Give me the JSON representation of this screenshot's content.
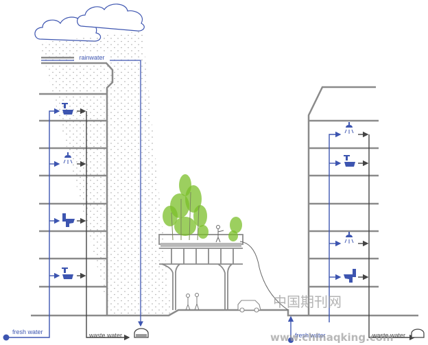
{
  "labels": {
    "rainwater": "rainwater",
    "fresh_water_left": "fresh water",
    "waste_water_left": "waste water",
    "fresh_water_right": "fresh water",
    "waste_water_right": "waste water"
  },
  "watermark": {
    "chinese": "中国期刊网",
    "url": "www.chinaqking.com"
  },
  "colors": {
    "building": "#8a8a8a",
    "fresh_water": "#3d55b0",
    "waste_water": "#444444",
    "rain": "#9a9a9a",
    "plants": "#7bbf2a",
    "cloud_stroke": "#3d55b0"
  },
  "icons": {
    "left_building": [
      "tap-icon",
      "shower-icon",
      "toilet-icon",
      "tap-icon"
    ],
    "right_building": [
      "shower-icon",
      "tap-icon",
      "shower-icon",
      "toilet-icon"
    ]
  }
}
